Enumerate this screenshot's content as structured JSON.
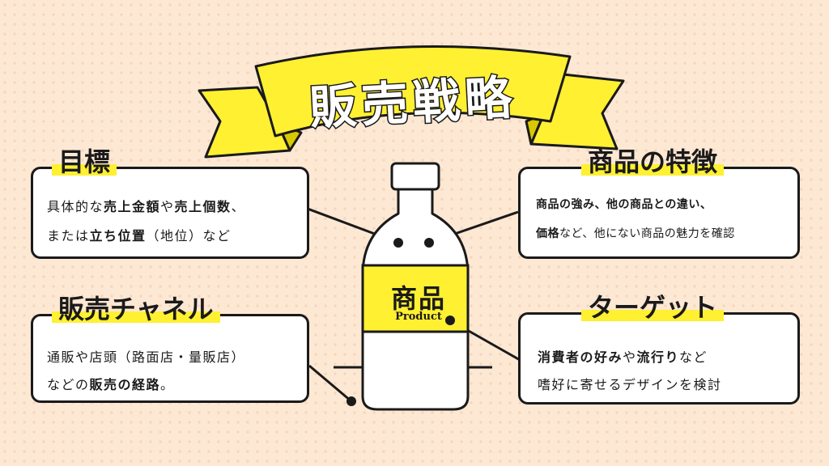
{
  "title": "販売戦略",
  "product": {
    "label": "商品",
    "sublabel": "Product"
  },
  "cards": {
    "goal": {
      "heading": "目標",
      "line1": [
        {
          "t": "具体的な",
          "b": false
        },
        {
          "t": "売上金額",
          "b": true
        },
        {
          "t": "や",
          "b": false
        },
        {
          "t": "売上個数",
          "b": true
        },
        {
          "t": "、",
          "b": false
        }
      ],
      "line2": [
        {
          "t": "または",
          "b": false
        },
        {
          "t": "立ち位置",
          "b": true
        },
        {
          "t": "（地位）など",
          "b": false
        }
      ]
    },
    "features": {
      "heading": "商品の特徴",
      "line1": [
        {
          "t": "商品の強み、他の商品との違い、",
          "b": true
        }
      ],
      "line2": [
        {
          "t": "価格",
          "b": true
        },
        {
          "t": "など、他にない商品の魅力を確認",
          "b": false
        }
      ]
    },
    "channel": {
      "heading": "販売チャネル",
      "line1": [
        {
          "t": "通販や店頭（路面店・量販店）",
          "b": false
        }
      ],
      "line2": [
        {
          "t": "などの",
          "b": false
        },
        {
          "t": "販売の経路",
          "b": true
        },
        {
          "t": "。",
          "b": false
        }
      ]
    },
    "target": {
      "heading": "ターゲット",
      "line1": [
        {
          "t": "消費者の好み",
          "b": true
        },
        {
          "t": "や",
          "b": false
        },
        {
          "t": "流行り",
          "b": true
        },
        {
          "t": "など",
          "b": false
        }
      ],
      "line2": [
        {
          "t": "嗜好に寄せるデザインを検討",
          "b": false
        }
      ]
    }
  },
  "colors": {
    "accent_yellow": "#fff032",
    "background_peach": "#fde8d4",
    "outline": "#1a1a1a"
  }
}
